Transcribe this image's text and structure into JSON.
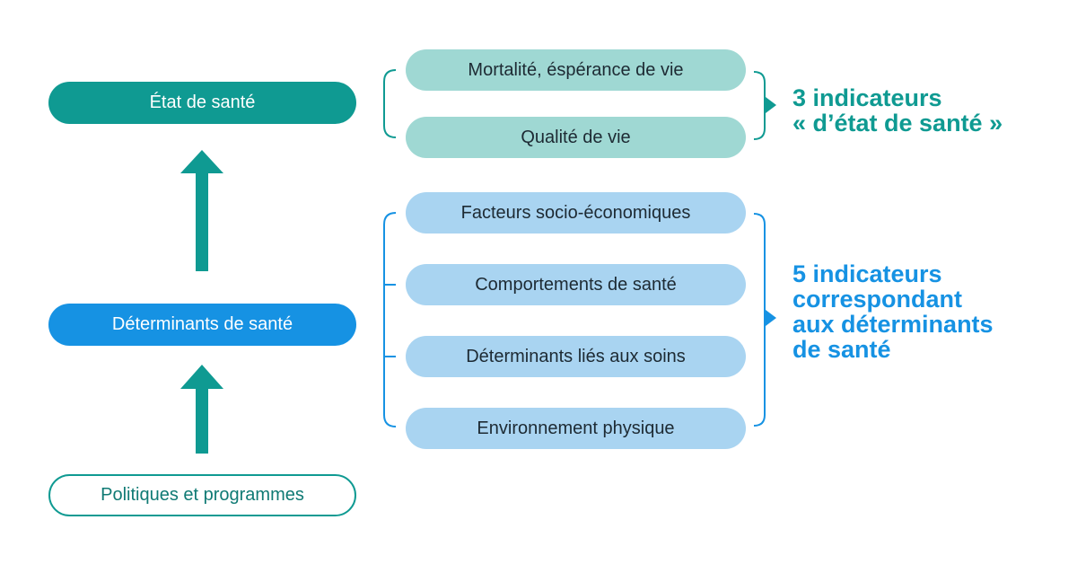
{
  "left_boxes": {
    "etat": "État de santé",
    "determinants": "Déterminants de santé",
    "politiques": "Politiques et programmes"
  },
  "etat_group": {
    "items": [
      "Mortalité, éspérance de vie",
      "Qualité de vie"
    ],
    "note_lines": [
      "3 indicateurs",
      "« d’état de santé »"
    ],
    "color": "#0f9a92"
  },
  "determinants_group": {
    "items": [
      "Facteurs socio-économiques",
      "Comportements de santé",
      "Déterminants liés aux soins",
      "Environnement physique"
    ],
    "note_lines": [
      "5 indicateurs",
      "correspondant",
      "aux déterminants",
      "de santé"
    ],
    "color": "#1692e3"
  }
}
